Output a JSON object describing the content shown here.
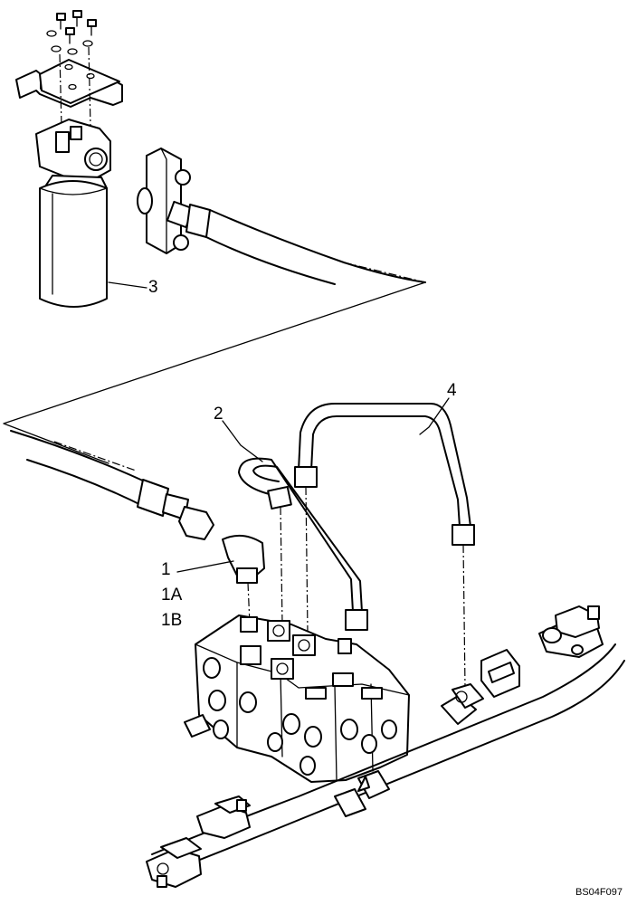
{
  "callouts": {
    "c1": "1",
    "c1a": "1A",
    "c1b": "1B",
    "c2": "2",
    "c3": "3",
    "c4": "4"
  },
  "reference": "BS04F097"
}
